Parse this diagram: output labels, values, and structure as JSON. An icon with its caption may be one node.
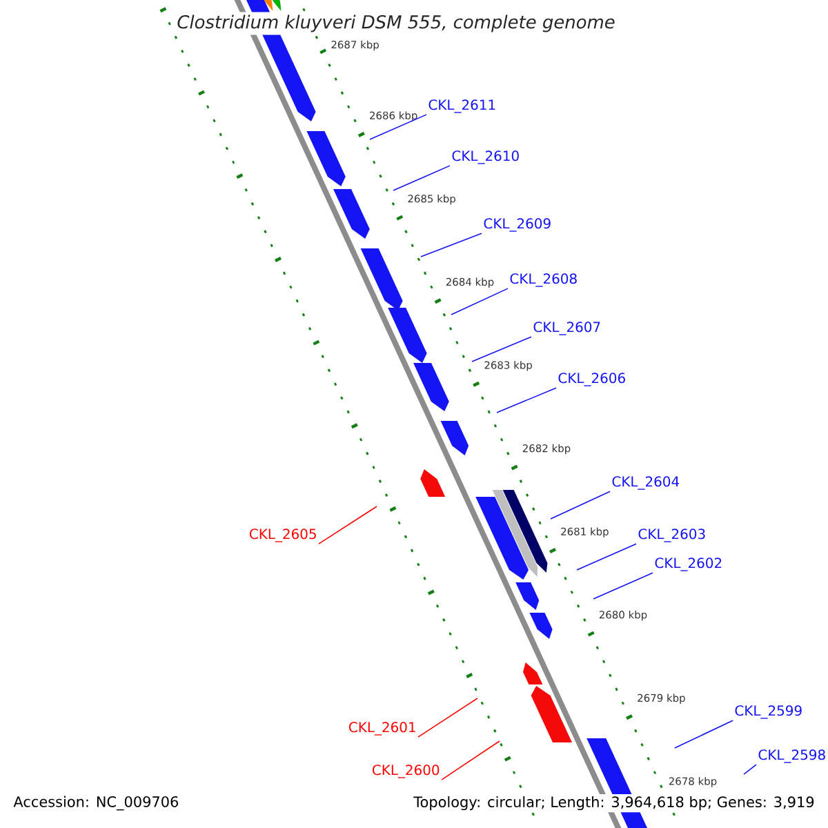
{
  "diagram": {
    "title": "Clostridium kluyveri DSM 555, complete genome",
    "nodes": [
      {
        "text": [
          "CKL_2611"
        ]
      },
      {
        "text": [
          "CKL_2610"
        ]
      },
      {
        "text": [
          "CKL_2609"
        ]
      },
      {
        "text": [
          "CKL_2608"
        ]
      },
      {
        "text": [
          "CKL_2607"
        ]
      },
      {
        "text": [
          "CKL_2606"
        ]
      },
      {
        "text": [
          "CKL_2605"
        ]
      },
      {
        "text": [
          "CKL_2604"
        ]
      },
      {
        "text": [
          "CKL_2603"
        ]
      },
      {
        "text": [
          "CKL_2602"
        ]
      },
      {
        "text": [
          "CKL_2601"
        ]
      },
      {
        "text": [
          "CKL_2600"
        ]
      },
      {
        "text": [
          "CKL_2599"
        ]
      },
      {
        "text": [
          "CKL_2598"
        ]
      }
    ],
    "edges": [
      {
        "from": 0,
        "to": null,
        "arrow": "none"
      },
      {
        "from": 1,
        "to": null,
        "arrow": "none"
      },
      {
        "from": 2,
        "to": null,
        "arrow": "none"
      },
      {
        "from": 3,
        "to": null,
        "arrow": "none"
      },
      {
        "from": 4,
        "to": null,
        "arrow": "none"
      },
      {
        "from": 5,
        "to": null,
        "arrow": "none"
      },
      {
        "from": 6,
        "to": null,
        "arrow": "none",
        "color": "#ff0000"
      },
      {
        "from": 7,
        "to": null,
        "arrow": "none"
      },
      {
        "from": 8,
        "to": null,
        "arrow": "none"
      },
      {
        "from": 9,
        "to": null,
        "arrow": "none"
      },
      {
        "from": 10,
        "to": null,
        "arrow": "none",
        "color": "#ff0000"
      },
      {
        "from": 11,
        "to": null,
        "arrow": "none",
        "color": "#ff0000"
      },
      {
        "from": 12,
        "to": null,
        "arrow": "none"
      },
      {
        "from": 13,
        "to": null,
        "arrow": "none"
      }
    ],
    "labels": [
      "2687 kbp",
      "2686 kbp",
      "2685 kbp",
      "2684 kbp",
      "2683 kbp",
      "2682 kbp",
      "2681 kbp",
      "2680 kbp",
      "2679 kbp",
      "2678 kbp",
      "Accession: NC_009706",
      "Topology: circular; Length: 3,964,618 bp; Genes: 3,919"
    ]
  }
}
